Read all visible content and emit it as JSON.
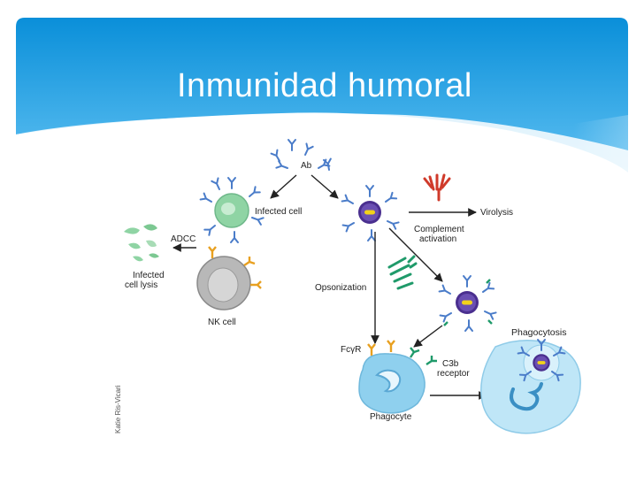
{
  "slide": {
    "title": "Inmunidad humoral"
  },
  "diagram": {
    "labels": {
      "ab": "Ab",
      "infected_cell": "Infected cell",
      "adcc": "ADCC",
      "infected_cell_lysis_1": "Infected",
      "infected_cell_lysis_2": "cell lysis",
      "nk_cell": "NK cell",
      "virolysis": "Virolysis",
      "complement_activation_1": "Complement",
      "complement_activation_2": "activation",
      "opsonization": "Opsonization",
      "fcgr": "FcγR",
      "c3b_receptor_1": "C3b",
      "c3b_receptor_2": "receptor",
      "phagocyte": "Phagocyte",
      "phagocytosis": "Phagocytosis",
      "credit": "Katie Ris-Vicari"
    },
    "colors": {
      "header_top": "#0a8fd9",
      "header_bottom": "#5ec0f2",
      "virus_body": "#4a2f8f",
      "virus_core": "#f2d21a",
      "infected_cell": "#8fd4a4",
      "nk_cell": "#b8b8b8",
      "phagocyte": "#8fd0ee",
      "antibody_blue": "#4a7cc9",
      "receptor_orange": "#e8a020",
      "receptor_green": "#1f9a6a",
      "complement_red": "#d03a2a"
    }
  }
}
